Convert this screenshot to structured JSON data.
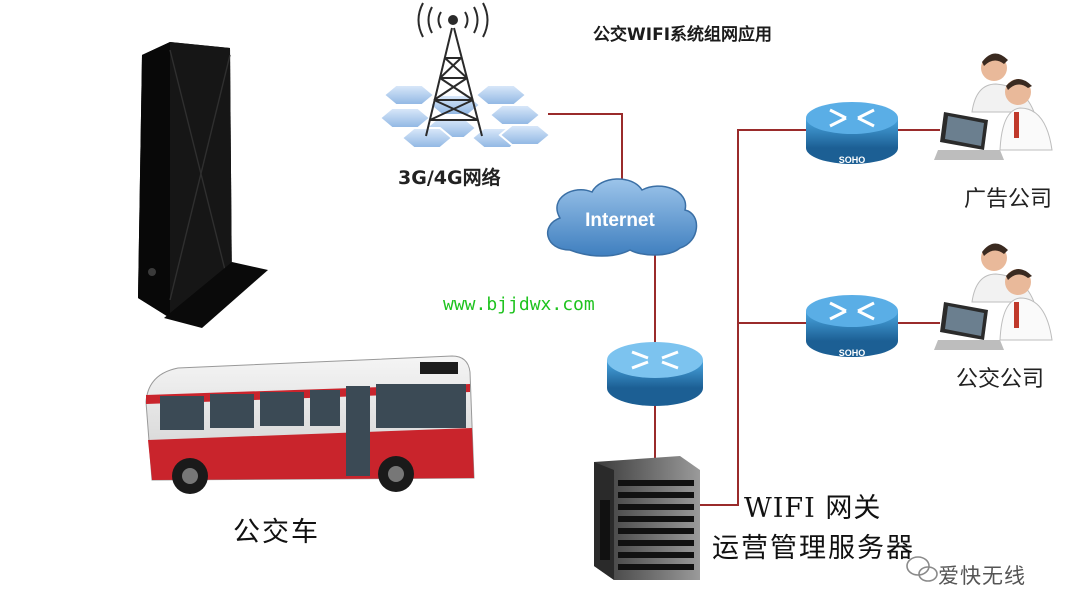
{
  "title": "公交WIFI系统组网应用",
  "network_label": "3G/4G网络",
  "cloud_label": "Internet",
  "website": "www.bjjdwx.com",
  "router_badge": "SOHO",
  "ad_company_label": "广告公司",
  "bus_company_label": "公交公司",
  "bus_label": "公交车",
  "gateway_label_line1": "WIFI 网关",
  "gateway_label_line2": "运营管理服务器",
  "watermark": "爱快无线",
  "colors": {
    "link": "#9a2b2b",
    "router": "#2a7fb8",
    "cloud": "#6fa3d2",
    "hex_cells": "#9fc3ea",
    "website_text": "#1fc31f"
  }
}
